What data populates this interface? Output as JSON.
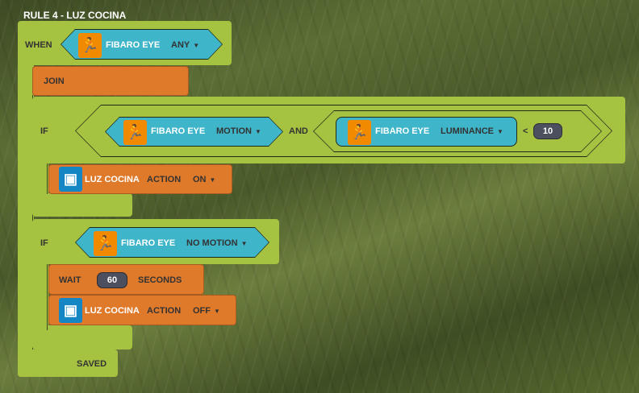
{
  "title": "RULE 4 - LUZ COCINA",
  "when": {
    "label": "WHEN",
    "device": "FIBARO EYE",
    "value": "ANY",
    "icon": "motion-sensor-icon"
  },
  "join": {
    "label": "JOIN"
  },
  "if1": {
    "label": "IF",
    "cond1": {
      "device": "FIBARO EYE",
      "value": "MOTION"
    },
    "and": "AND",
    "cond2": {
      "device": "FIBARO EYE",
      "value": "LUMINANCE",
      "op": "<",
      "threshold": "10"
    },
    "action": {
      "device": "LUZ COCINA",
      "label": "ACTION",
      "value": "ON",
      "icon": "switch-icon"
    }
  },
  "if2": {
    "label": "IF",
    "cond": {
      "device": "FIBARO EYE",
      "value": "NO MOTION"
    },
    "wait": {
      "label": "WAIT",
      "value": "60",
      "unit": "SECONDS"
    },
    "action": {
      "device": "LUZ COCINA",
      "label": "ACTION",
      "value": "OFF"
    }
  },
  "status": "SAVED",
  "dropdown_glyph": "▼",
  "colors": {
    "block_green": "#a6c241",
    "block_orange": "#e07a2b",
    "sensor_blue": "#3fb5c9",
    "icon_orange": "#f28a00",
    "icon_blue": "#1486c4"
  }
}
